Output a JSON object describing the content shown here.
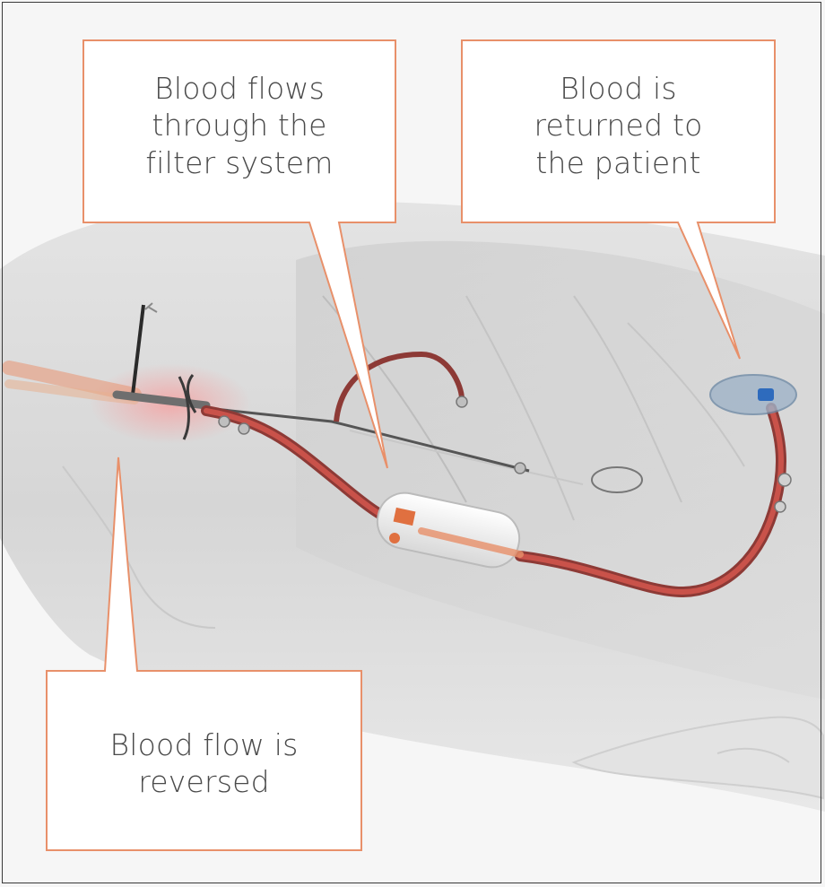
{
  "callouts": {
    "filter": {
      "lines": [
        "Blood flows",
        "through the",
        "filter system"
      ]
    },
    "returned": {
      "lines": [
        "Blood is",
        "returned to",
        "the patient"
      ]
    },
    "reversed": {
      "lines": [
        "Blood flow is",
        "reversed"
      ]
    }
  },
  "colors": {
    "callout_border": "#e8906a",
    "tubing": "#c9524a",
    "tubing_dark": "#8d3a36",
    "skin": "#d8d8d8",
    "background": "#f6f6f6",
    "text": "#4a4a4a"
  },
  "icons": {
    "filter_device": "filter-device-icon",
    "return_port": "return-port-icon"
  }
}
